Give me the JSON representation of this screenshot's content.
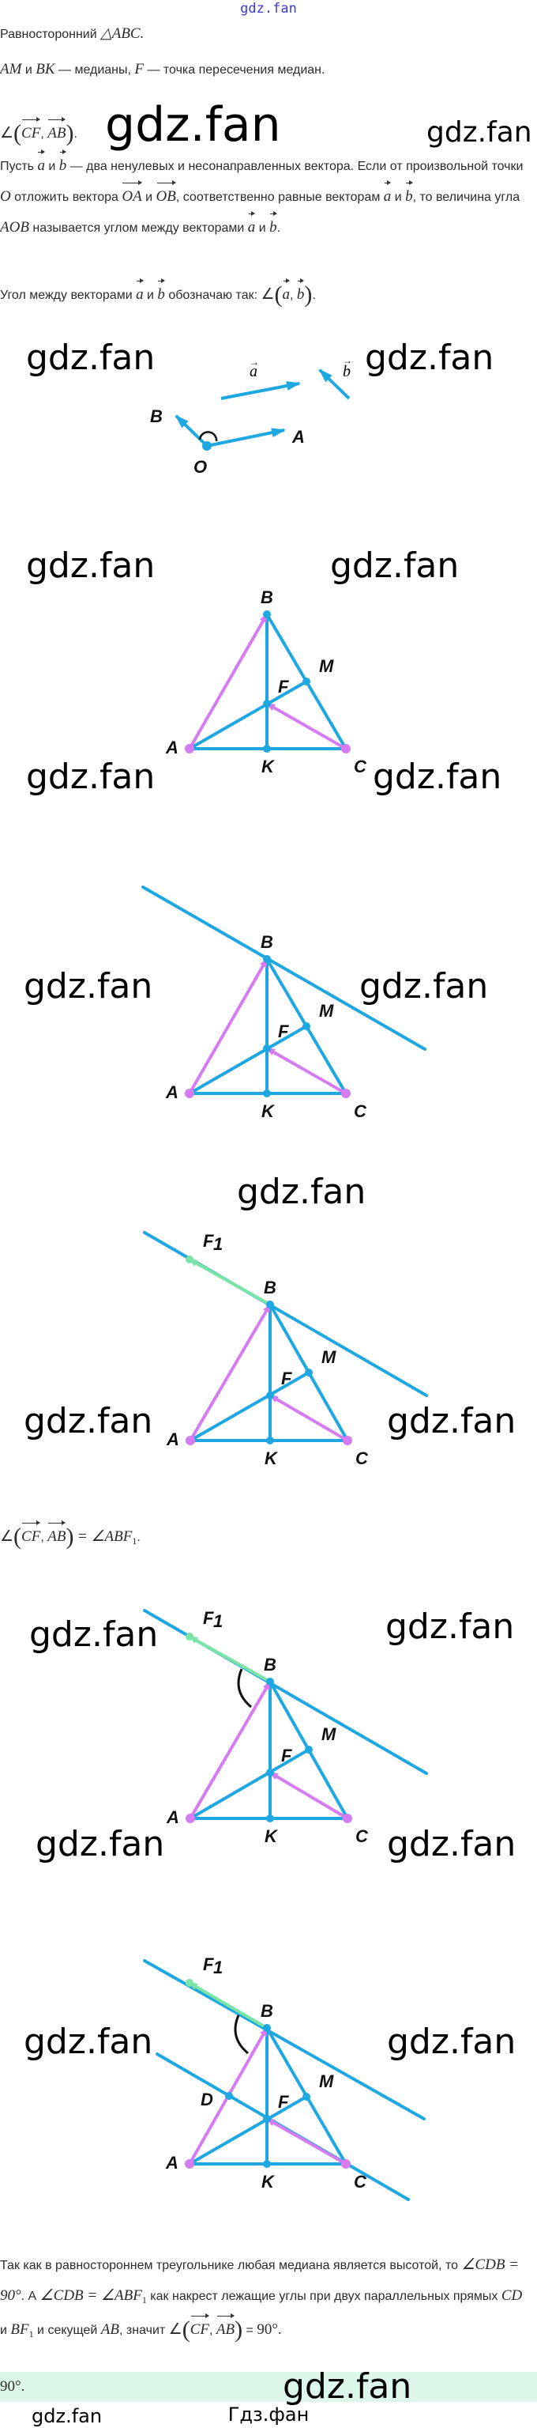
{
  "header_watermark": "gdz.fan",
  "watermark": "gdz.fan",
  "footer": "Гдз.фан",
  "p1": {
    "text": "Равносторонний ",
    "math": "△ABC."
  },
  "p2": {
    "m1": "AM",
    "t1": " и ",
    "m2": "BK",
    "t2": " — медианы, ",
    "m3": "F",
    "t3": " — точка пересечения медиан."
  },
  "p3": {
    "angle": "∠",
    "v1": "CF",
    "v2": "AB",
    "end": "."
  },
  "p4": {
    "t1": "Пусть ",
    "a": "a",
    "t2": " и ",
    "b": "b",
    "t3": " — два ненулевых и несонаправленных вектора. Если от произвольной точки ",
    "o": "O",
    "t4": " отложить вектора ",
    "oa": "OA",
    "t5": " и ",
    "ob": "OB",
    "t6": ", соответственно равные векторам ",
    "t7": " и ",
    "t8": ", то величина угла ",
    "aob": "AOB",
    "t9": " называется углом между векторами ",
    "t10": " и ",
    "t11": "."
  },
  "p5": {
    "t1": "Угол между векторами ",
    "a": "a",
    "t2": " и ",
    "b": "b",
    "t3": " обозначаю так: ",
    "angle": "∠",
    "end": "."
  },
  "p6": {
    "angle": "∠",
    "v1": "CF",
    "v2": "AB",
    "rhs": "= ∠ABF",
    "sub": "1",
    "end": "."
  },
  "p7": {
    "t1": "Так как в равностороннем треугольнике любая медиана является высотой, то ",
    "m1": "∠CDB = 90°",
    "t2": ". А ",
    "m2": "∠CDB = ∠ABF",
    "sub": "1",
    "t3": " как накрест лежащие углы при двух параллельных прямых ",
    "m3": "CD",
    "t4": " и ",
    "m4": "BF",
    "t5": " и секущей ",
    "m5": "AB",
    "t6": ", значит ",
    "angle": "∠",
    "v1": "CF",
    "v2": "AB",
    "t7": " = ",
    "m6": "90°."
  },
  "answer": "90°.",
  "fig1": {
    "a": "a",
    "b": "b",
    "A": "A",
    "B": "B",
    "O": "O"
  },
  "labels": {
    "A": "A",
    "B": "B",
    "C": "C",
    "K": "K",
    "F": "F",
    "M": "M",
    "D": "D",
    "F1": "F",
    "F1sub": "1"
  },
  "colors": {
    "line": "#1ea7e1",
    "vector": "#d67cf2",
    "parallel_vector": "#7be3a6",
    "answer_bg": "#ddf7ea"
  }
}
